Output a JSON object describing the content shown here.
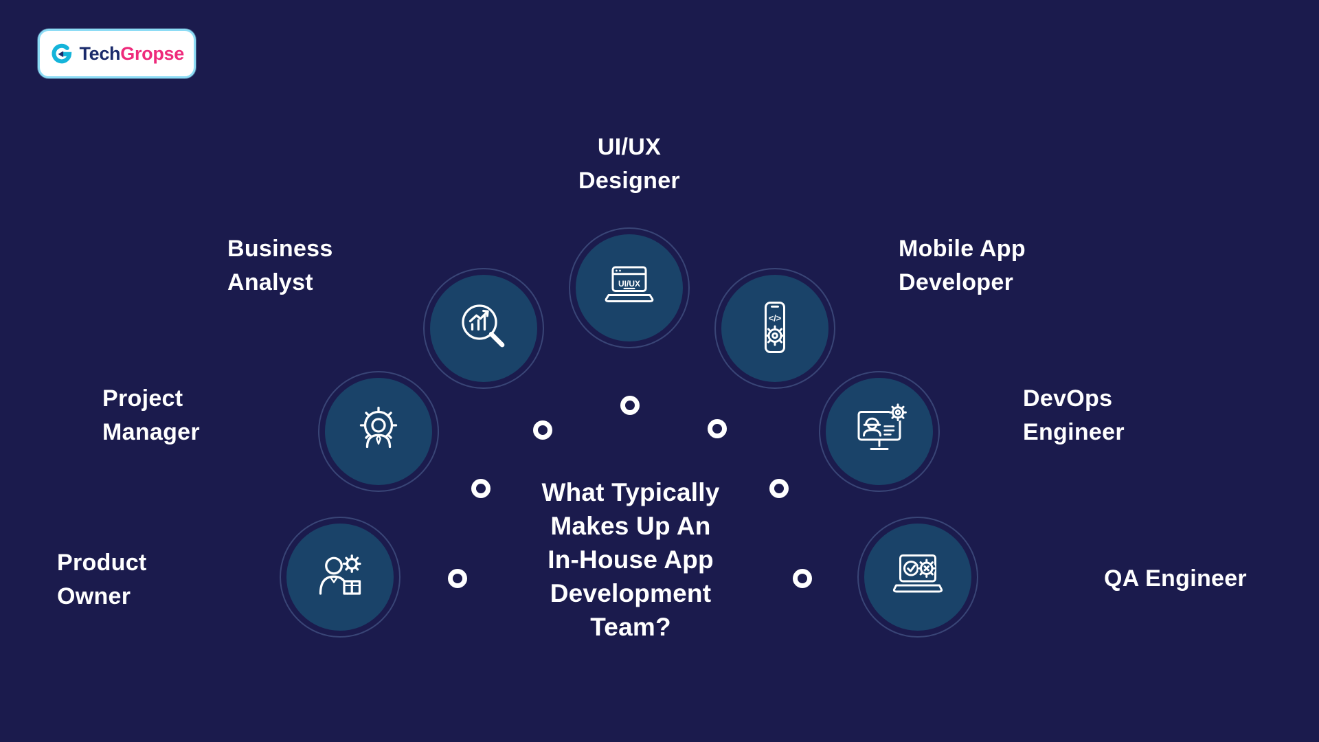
{
  "colors": {
    "background": "#1b1b4d",
    "badge_fill": "#1a4369",
    "badge_ring": "#82aad7",
    "text": "#ffffff",
    "logo_border": "#8ddcf5",
    "logo_teal": "#14b4da",
    "logo_navy": "#1b2b6b",
    "logo_pink": "#ee2a7b"
  },
  "logo": {
    "part1": "Tech",
    "part2": "Gropse",
    "mark": "g-arrow-logo-icon"
  },
  "headline": {
    "lines": [
      "What Typically",
      "Makes Up An",
      "In-House App",
      "Development",
      "Team?"
    ]
  },
  "roles": [
    {
      "label": "Product Owner",
      "lines": [
        "Product",
        "Owner"
      ],
      "icon": "product-owner-person-gear-box-icon"
    },
    {
      "label": "Project Manager",
      "lines": [
        "Project",
        "Manager"
      ],
      "icon": "project-manager-gear-person-icon"
    },
    {
      "label": "Business Analyst",
      "lines": [
        "Business",
        "Analyst"
      ],
      "icon": "business-analyst-magnifier-chart-icon"
    },
    {
      "label": "UI/UX Designer",
      "lines": [
        "UI/UX",
        "Designer"
      ],
      "icon": "uiux-designer-laptop-icon"
    },
    {
      "label": "Mobile App Developer",
      "lines": [
        "Mobile App",
        "Developer"
      ],
      "icon": "mobile-developer-phone-code-gear-icon"
    },
    {
      "label": "DevOps Engineer",
      "lines": [
        "DevOps",
        "Engineer"
      ],
      "icon": "devops-monitor-engineer-gear-icon"
    },
    {
      "label": "QA Engineer",
      "lines": [
        "QA Engineer"
      ],
      "icon": "qa-laptop-check-gear-icon"
    }
  ],
  "uiux_screen_text": "UI/UX",
  "code_glyph": "</>"
}
